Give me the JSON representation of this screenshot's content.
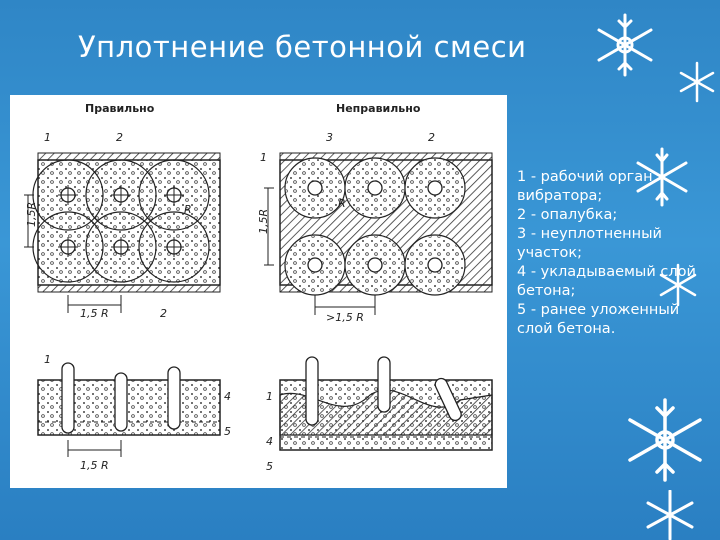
{
  "slide": {
    "title": "Уплотнение бетонной смеси",
    "background_color": "#3a97d6",
    "text_color": "#ffffff"
  },
  "figure": {
    "panel_left_title": "Правильно",
    "panel_right_title": "Неправильно",
    "dim_height": "1,5R",
    "dim_spacing_correct": "1,5 R",
    "dim_spacing_wrong": ">1,5 R",
    "radius_label": "R",
    "callouts": [
      "1",
      "2",
      "3",
      "4",
      "5"
    ]
  },
  "legend": {
    "items": [
      "1 - рабочий орган вибратора;",
      "2 - опалубка;",
      "3 - неуплотненный участок;",
      "4 - укладываемый слой бетона;",
      "5 - ранее уложенный слой бетона."
    ]
  },
  "decorations": {
    "snowflake_icons": 6
  }
}
